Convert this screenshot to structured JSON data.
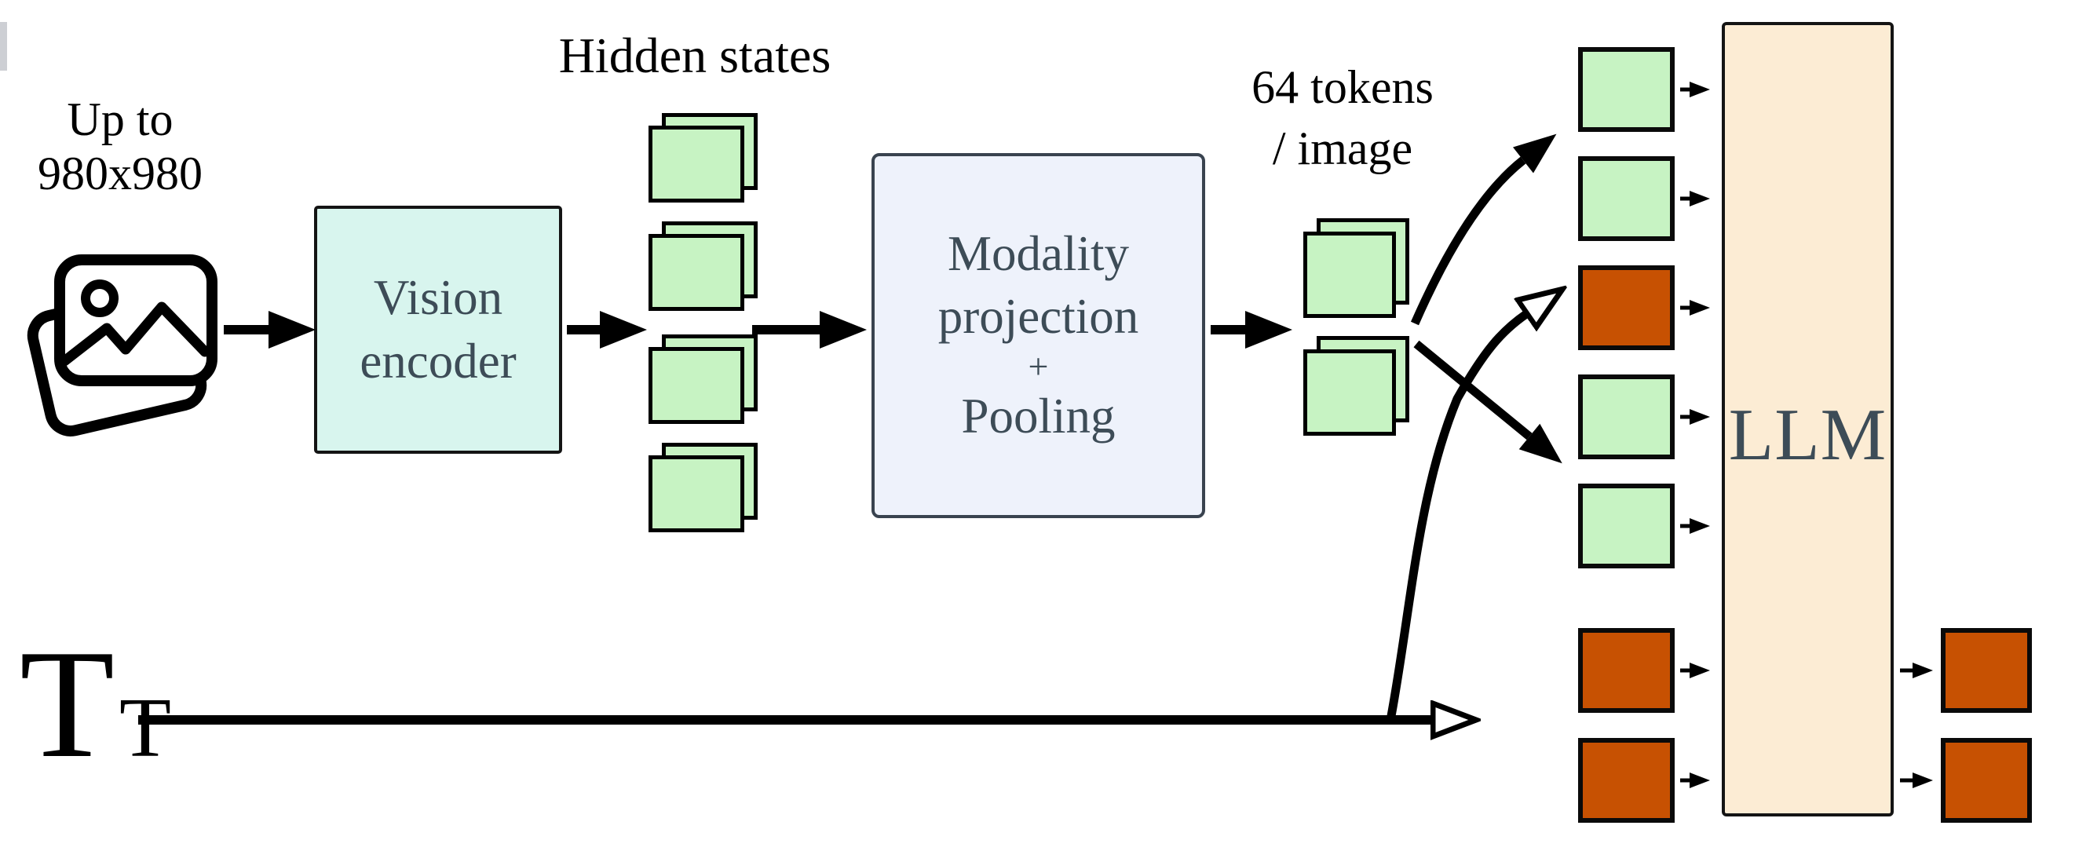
{
  "diagram": {
    "input": {
      "size_note_line1": "Up to",
      "size_note_line2": "980x980",
      "icon": "photo-stack-icon"
    },
    "vision_encoder": {
      "label_line1": "Vision",
      "label_line2": "encoder"
    },
    "hidden_states": {
      "label": "Hidden states",
      "stack_count": 4
    },
    "modality_projection": {
      "label_line1": "Modality",
      "label_line2": "projection",
      "label_line3": "+",
      "label_line4": "Pooling"
    },
    "pooled_tokens": {
      "note_line1": "64 tokens",
      "note_line2": "/ image",
      "stack_count": 2
    },
    "text_input": {
      "symbol": "T",
      "subscript": "T"
    },
    "llm": {
      "label": "LLM"
    },
    "token_sequence": [
      "image",
      "image",
      "text",
      "image",
      "image",
      "text",
      "text"
    ],
    "output_tokens": [
      "text",
      "text"
    ],
    "colors": {
      "image_token": "#c7f3c3",
      "text_token": "#c75102",
      "vision_encoder_fill": "#d8f5ee",
      "modality_fill": "#eef2fb",
      "llm_fill": "#fcecd4",
      "box_text": "#3d4c57",
      "line": "#000000"
    }
  }
}
